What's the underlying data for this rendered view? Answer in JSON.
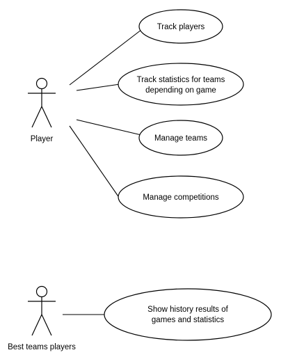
{
  "diagram": {
    "actors": [
      {
        "label": "Player"
      },
      {
        "label": "Best teams players"
      }
    ],
    "use_cases": [
      {
        "lines": [
          "Track players"
        ]
      },
      {
        "lines": [
          "Track statistics for teams",
          "depending on game"
        ]
      },
      {
        "lines": [
          "Manage teams"
        ]
      },
      {
        "lines": [
          "Manage competitions"
        ]
      },
      {
        "lines": [
          "Show history results of",
          "games and statistics"
        ]
      }
    ],
    "colors": {
      "stroke": "#000000",
      "fill": "#ffffff"
    }
  }
}
